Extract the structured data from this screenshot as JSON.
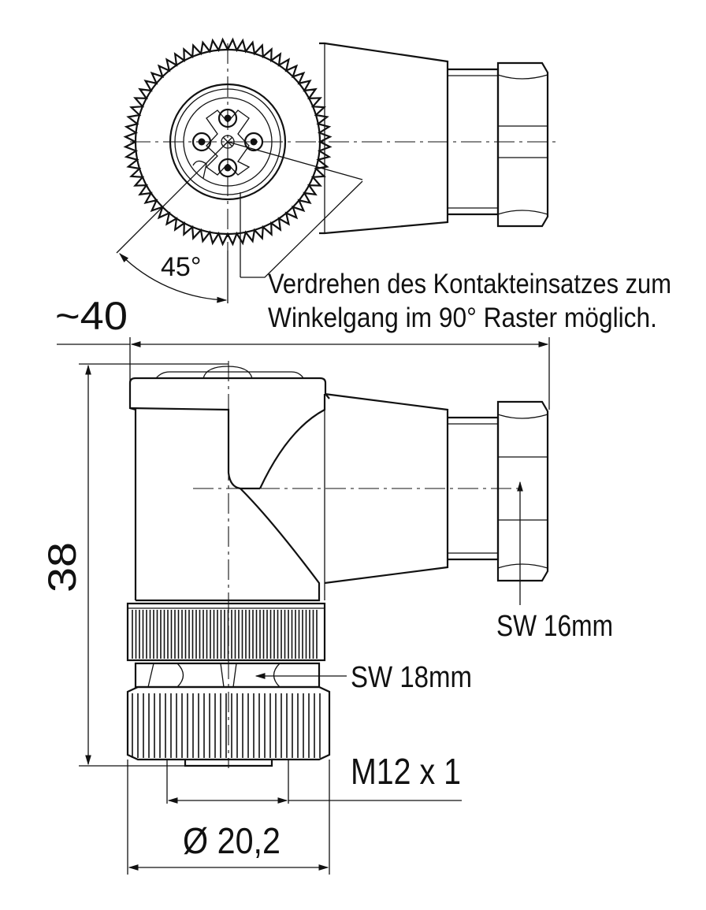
{
  "labels": {
    "angle": "45°",
    "note_line1": "Verdrehen des Kontakteinsatzes zum",
    "note_line2": "Winkelgang im 90° Raster möglich.",
    "width": "~40",
    "height": "38",
    "sw_nut": "SW 16mm",
    "sw_body": "SW 18mm",
    "thread": "M12 x 1",
    "diameter": "Ø 20,2"
  }
}
